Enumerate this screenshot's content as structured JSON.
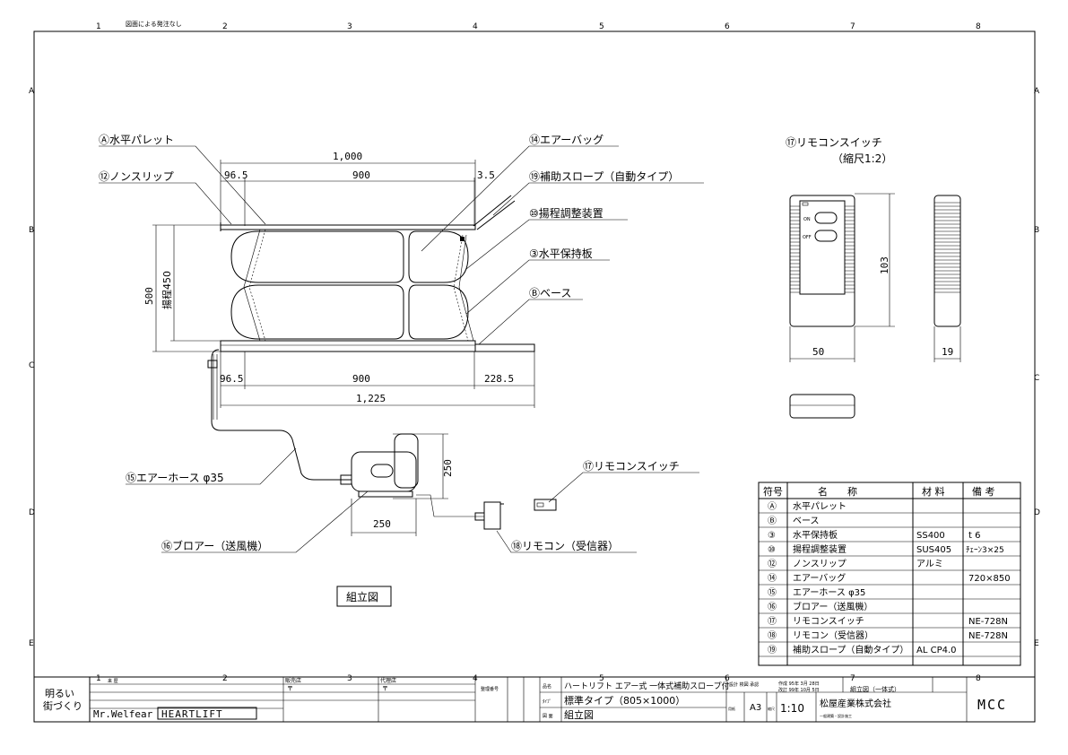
{
  "border": {
    "columns": [
      "1",
      "2",
      "3",
      "4",
      "5",
      "6",
      "7",
      "8"
    ],
    "rows": [
      "A",
      "B",
      "C",
      "D",
      "E"
    ],
    "top_note": "図面による発注なし"
  },
  "callouts": {
    "a": "Ⓐ水平パレット",
    "b12": "⑫ノンスリップ",
    "b14": "⑭エアーバッグ",
    "b19": "⑲補助スロープ（自動タイプ）",
    "b10": "⑩揚程調整装置",
    "b3": "③水平保持板",
    "bb": "Ⓑベース",
    "b15": "⑮エアーホース φ35",
    "b16": "⑯ブロアー（送風機）",
    "b17": "⑰リモコンスイッチ",
    "b18": "⑱リモコン（受信器）"
  },
  "dims": {
    "d1000": "1,000",
    "d965a": "96.5",
    "d900a": "900",
    "d35": "3.5",
    "d500": "500",
    "dlift": "揚程450",
    "d965b": "96.5",
    "d900b": "900",
    "d2285": "228.5",
    "d1225": "1,225",
    "d250v": "250",
    "d250h": "250",
    "r103": "103",
    "r50": "50",
    "r19": "19"
  },
  "remote_detail": {
    "title": "⑰リモコンスイッチ",
    "scale": "（縮尺1:2）",
    "on": "ON",
    "off": "OFF"
  },
  "assembly_label": "組立図",
  "parts_table": {
    "headers": [
      "符号",
      "名　　称",
      "材 料",
      "備 考"
    ],
    "rows": [
      [
        "Ⓐ",
        "水平パレット",
        "",
        ""
      ],
      [
        "Ⓑ",
        "ベース",
        "",
        ""
      ],
      [
        "③",
        "水平保持板",
        "SS400",
        "t 6"
      ],
      [
        "⑩",
        "揚程調整装置",
        "SUS405",
        "ﾁｪｰﾝ3×25"
      ],
      [
        "⑫",
        "ノンスリップ",
        "アルミ",
        ""
      ],
      [
        "⑭",
        "エアーバッグ",
        "",
        "720×850"
      ],
      [
        "⑮",
        "エアーホース φ35",
        "",
        ""
      ],
      [
        "⑯",
        "ブロアー（送風機）",
        "",
        ""
      ],
      [
        "⑰",
        "リモコンスイッチ",
        "",
        "NE-728N"
      ],
      [
        "⑱",
        "リモコン（受信器）",
        "",
        "NE-728N"
      ],
      [
        "⑲",
        "補助スロープ（自動タイプ）",
        "AL CP4.0",
        ""
      ]
    ]
  },
  "title_block": {
    "slogan1": "明るい",
    "slogan2": "街づくり",
    "brand": "Mr.Welfear",
    "product_brand": "HEARTLIFT",
    "lbl_history": "来 歴",
    "lbl_name": "品名",
    "lbl_type": "ﾀｲﾌﾟ",
    "lbl_drawing": "図 面",
    "product_name": "ハートリフト エアー式 一体式補助スロープ付",
    "product_type": "標準タイプ（805×1000）",
    "drawing_name": "組立図",
    "lbl_design": "設計 検図 承認",
    "date1": "作成 95年 3月 28日",
    "date2": "改訂 99年 10月 5日",
    "drawing_no": "組立図（一体式）",
    "size_lbl": "用紙",
    "size": "A3",
    "scale_lbl": "縮尺",
    "scale": "1:10",
    "company": "松屋産業株式会社",
    "company_sub": "一般建築・設計施工",
    "logo": "MCC",
    "postal1": "〒",
    "postal2": "〒",
    "col_a": "販売店",
    "col_b": "代理店",
    "col_c": "整理番号"
  }
}
